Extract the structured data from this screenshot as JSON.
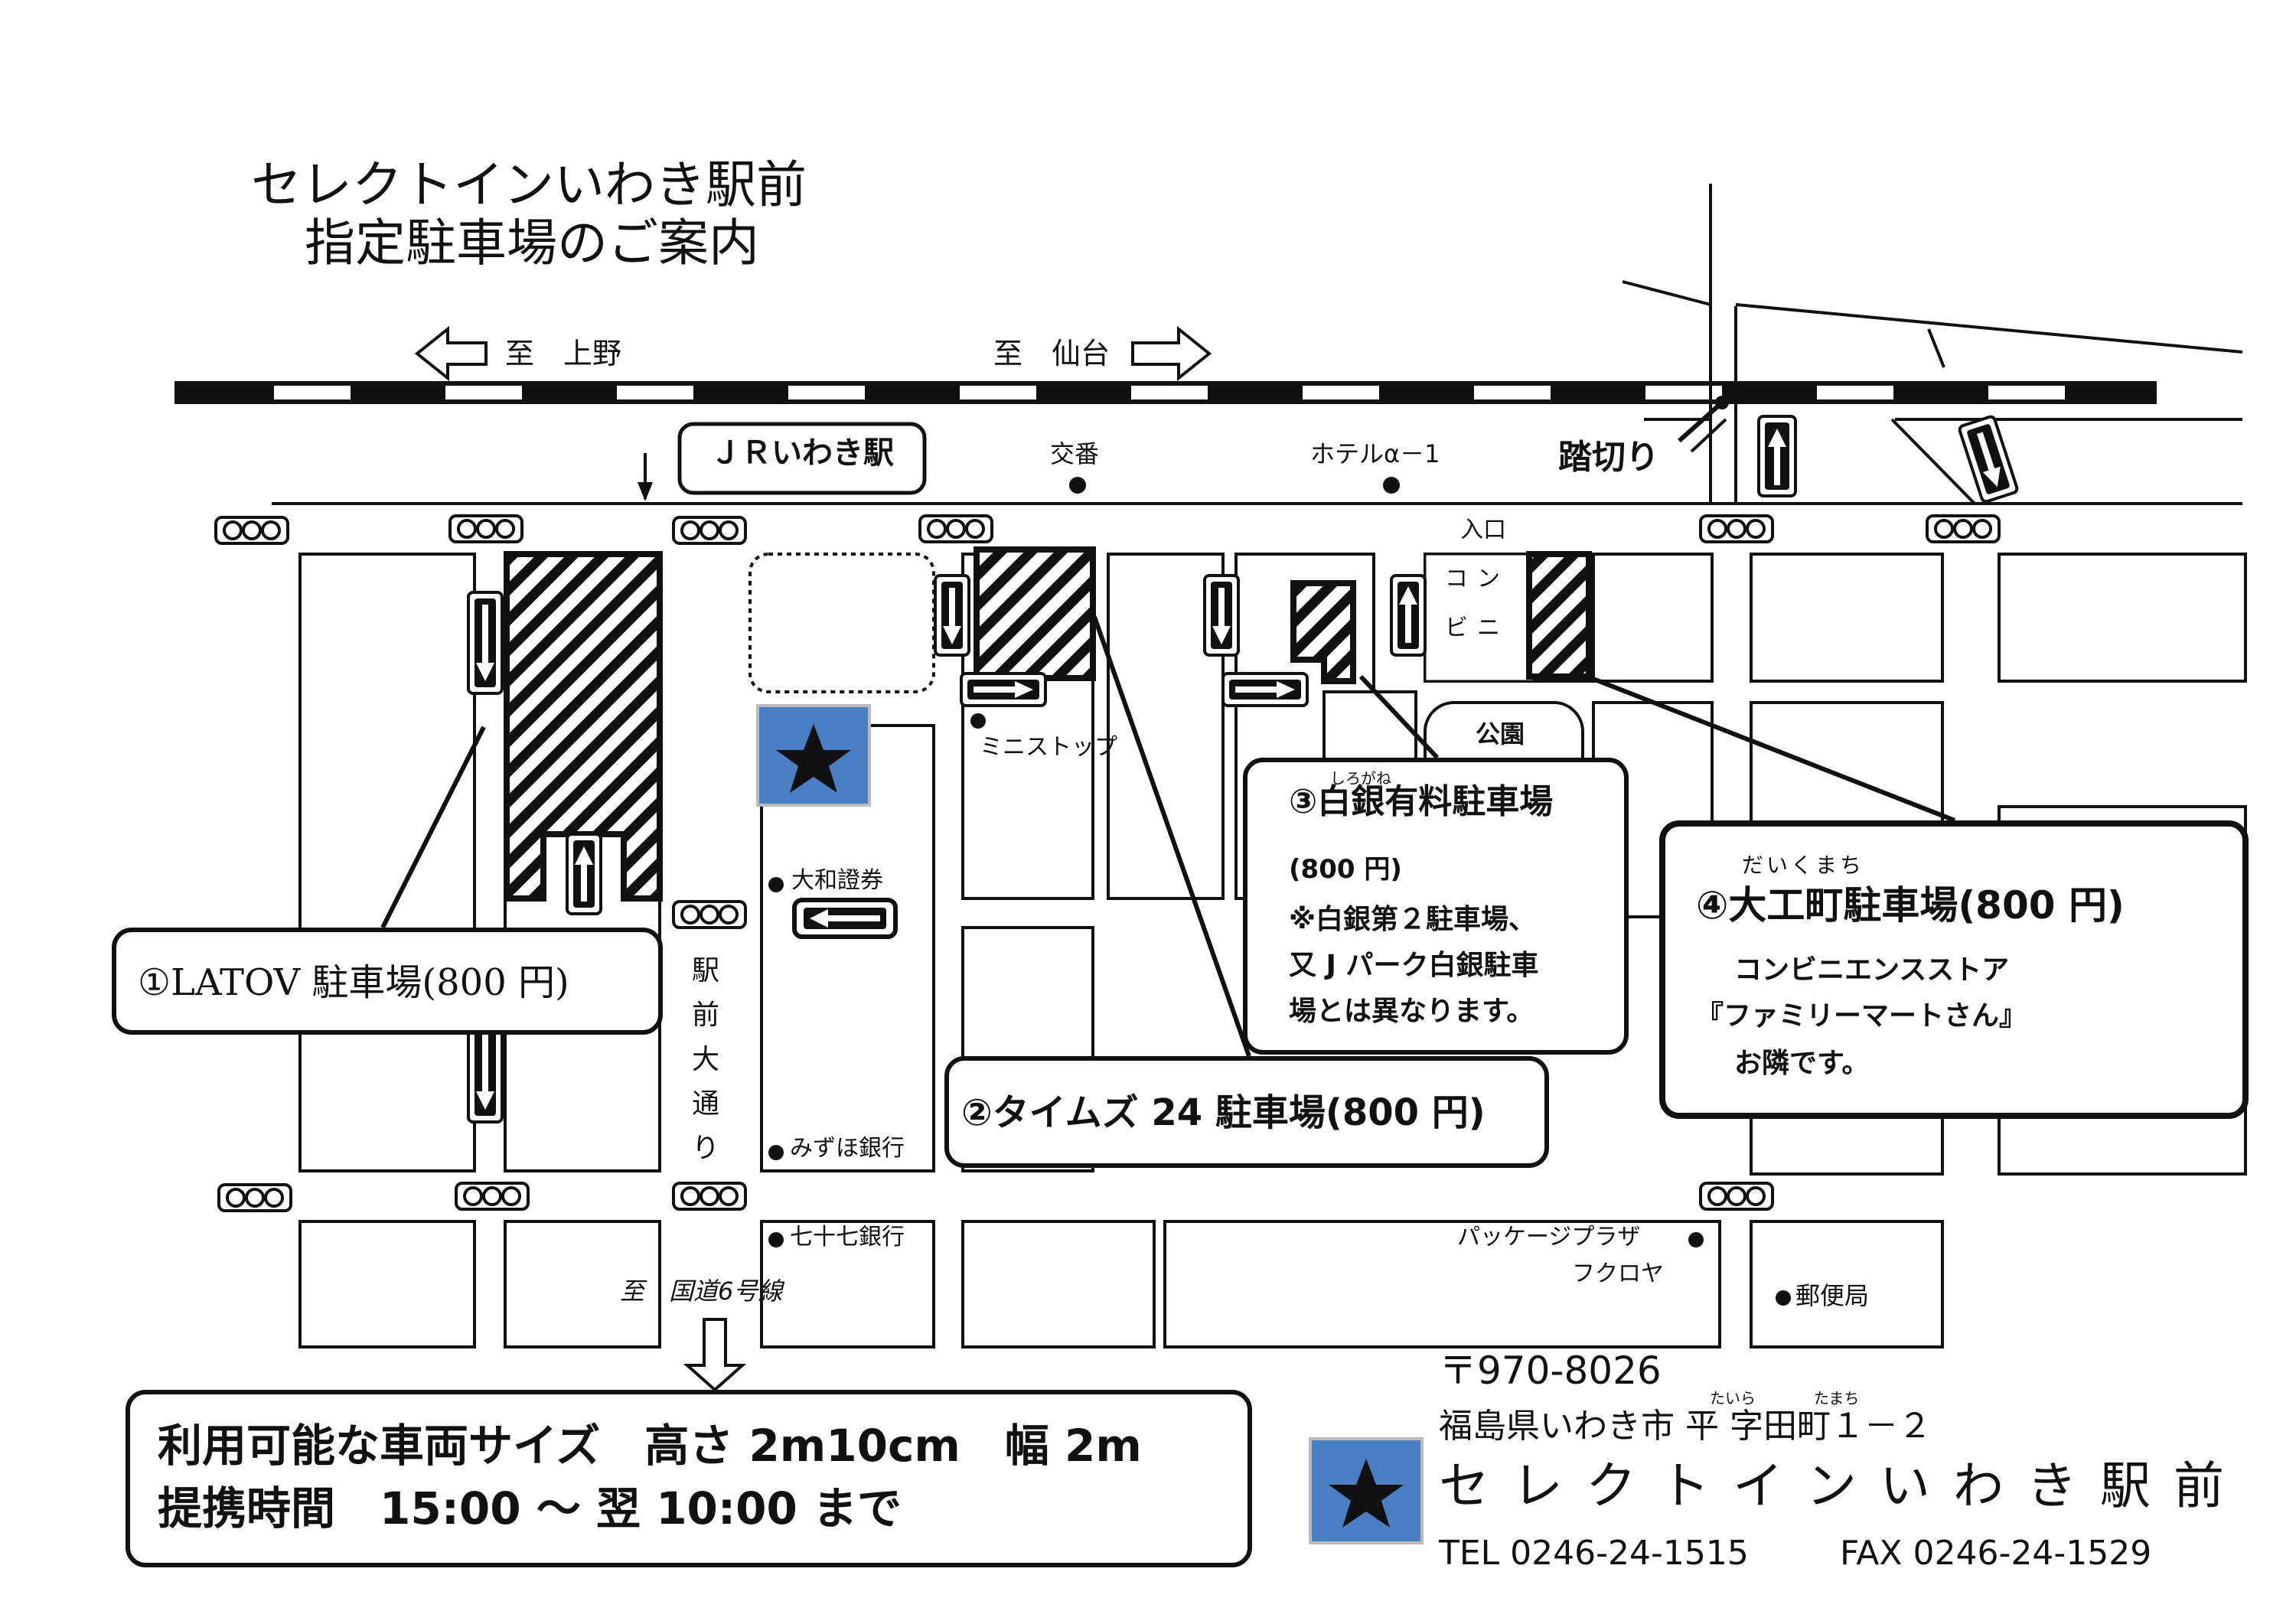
{
  "title": {
    "line1": "セレクトインいわき駅前",
    "line2": "指定駐車場のご案内"
  },
  "directions": {
    "to_ueno": "至　上野",
    "to_sendai": "至　仙台",
    "to_route6": "至　国道6号線"
  },
  "landmarks": {
    "station": "ＪＲいわき駅",
    "koban": "交番",
    "hotel": "ホテルα－1",
    "crossing": "踏切り",
    "entrance": "入口",
    "konbini_1": "コン",
    "konbini_2": "ビニ",
    "park": "公園",
    "ministop": "ミニストップ",
    "daiwa": "大和證券",
    "mizuho": "みずほ銀行",
    "shichijushichi": "七十七銀行",
    "package_1": "パッケージプラザ",
    "package_2": "フクロヤ",
    "post": "郵便局",
    "avenue": [
      "駅",
      "前",
      "大",
      "通",
      "り"
    ]
  },
  "parking": {
    "p1": {
      "label": "①LATOV 駐車場(800 円)"
    },
    "p2": {
      "label": "②タイムズ 24 駐車場(800 円)"
    },
    "p3": {
      "ruby": "しろがね",
      "label": "③白銀有料駐車場",
      "price": "(800 円)",
      "note_1": "※白銀第２駐車場、",
      "note_2": "又 J パーク白銀駐車",
      "note_3": "場とは異なります。"
    },
    "p4": {
      "ruby": "だいくまち",
      "label": "④大工町駐車場(800 円)",
      "note_1": "コンビニエンスストア",
      "note_2": "『ファミリーマートさん』",
      "note_3": "お隣です。"
    }
  },
  "vehicle_info": {
    "size": "利用可能な車両サイズ　高さ 2m10cm　幅 2m",
    "hours": "提携時間　15:00 ～ 翌 10:00 まで"
  },
  "hotel_info": {
    "postal": "〒970-8026",
    "ruby_taira": "たいら",
    "ruby_tamachi": "たまち",
    "address": "福島県いわき市 平 字田町１－２",
    "name": "セレクトインいわき駅前",
    "tel": "TEL 0246-24-1515",
    "fax": "FAX 0246-24-1529"
  },
  "colors": {
    "hotel_mark": "#4a7fc4",
    "ink": "#111111"
  },
  "icons": {
    "hotel": "star-icon",
    "signal": "traffic-signal-icon",
    "one_way": "one-way-arrow-icon"
  }
}
